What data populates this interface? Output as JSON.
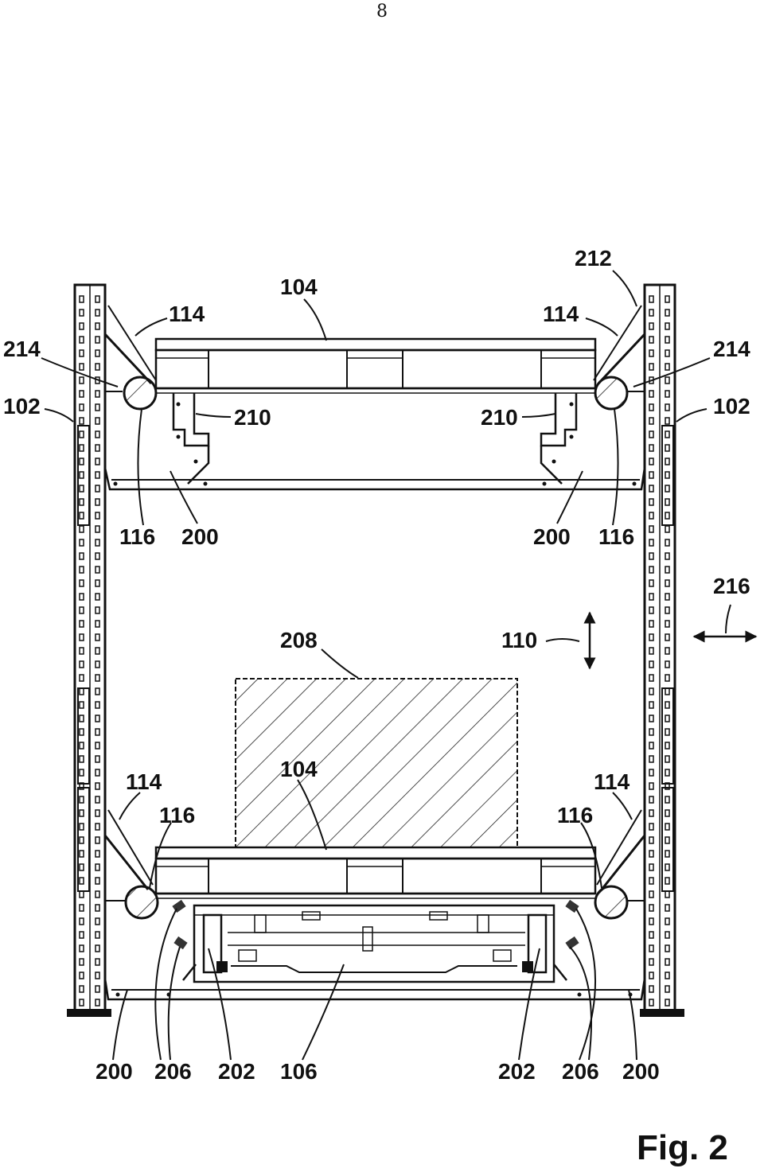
{
  "page_number": "8",
  "figure_label": "Fig. 2",
  "labels": {
    "l212": "212",
    "l104_top": "104",
    "l114_tl": "114",
    "l114_tr": "114",
    "l214_l": "214",
    "l214_r": "214",
    "l102_l": "102",
    "l102_r": "102",
    "l210_l": "210",
    "l210_r": "210",
    "l116_tl": "116",
    "l200_tl": "200",
    "l200_tr": "200",
    "l116_tr": "116",
    "l216": "216",
    "l208": "208",
    "l110": "110",
    "l104_bot": "104",
    "l114_bl": "114",
    "l114_br": "114",
    "l116_bl": "116",
    "l116_br": "116",
    "l200_bl": "200",
    "l206_l": "206",
    "l202_l": "202",
    "l106": "106",
    "l202_r": "202",
    "l206_r": "206",
    "l200_br": "200"
  }
}
